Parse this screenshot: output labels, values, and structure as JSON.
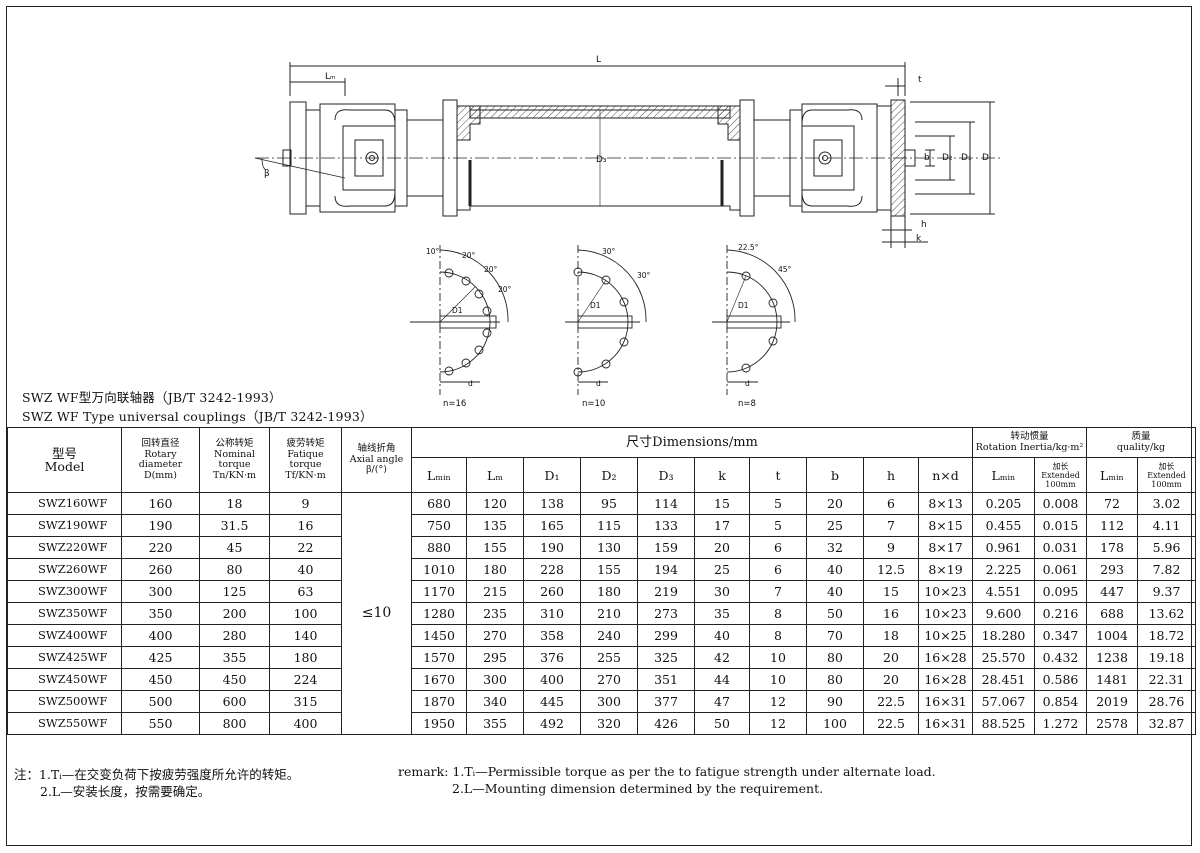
{
  "drawing": {
    "dim_labels": {
      "L": "L",
      "Lm": "Lₘ",
      "t": "t",
      "D": "D",
      "D1": "D₁",
      "D2": "D₂",
      "D3": "D₃",
      "b": "b",
      "h": "h",
      "k": "k",
      "beta": "β"
    },
    "bolt_patterns": [
      {
        "label": "n=16",
        "angles": [
          "10°",
          "20°",
          "20°",
          "20°"
        ],
        "d_label": "d",
        "d1_label": "D1"
      },
      {
        "label": "n=10",
        "angles": [
          "30°",
          "30°"
        ],
        "d_label": "d",
        "d1_label": "D1"
      },
      {
        "label": "n=8",
        "angles": [
          "22.5°",
          "45°"
        ],
        "d_label": "d",
        "d1_label": "D1"
      }
    ]
  },
  "titles": {
    "cn": "SWZ WF型万向联轴器（JB/T 3242-1993）",
    "en": "SWZ WF Type universal couplings（JB/T 3242-1993）"
  },
  "table": {
    "headers": {
      "model_cn": "型号",
      "model_en": "Model",
      "rot_cn": "回转直径",
      "rot_en1": "Rotary",
      "rot_en2": "diameter",
      "rot_en3": "D(mm)",
      "nom_cn": "公称转矩",
      "nom_en1": "Nominal",
      "nom_en2": "torque",
      "nom_en3": "Tn/KN·m",
      "fat_cn": "疲劳转矩",
      "fat_en1": "Fatique",
      "fat_en2": "torque",
      "fat_en3": "Tf/KN·m",
      "ang_cn": "轴线折角",
      "ang_en1": "Axial angle",
      "ang_en2": "β/(°)",
      "dims": "尺寸Dimensions/mm",
      "inertia_cn": "转动惯量",
      "inertia_en": "Rotation Inertia/kg·m²",
      "mass_cn": "质量",
      "mass_en": "quality/kg",
      "ext_cn": "加长",
      "ext_en1": "Extended",
      "ext_en2": "100mm",
      "cols": [
        "Lₘᵢₙ",
        "Lₘ",
        "D₁",
        "D₂",
        "D₃",
        "k",
        "t",
        "b",
        "h",
        "n×d",
        "Lₘᵢₙ",
        "Lₘᵢₙ"
      ]
    },
    "axial_angle_value": "≤10",
    "rows": [
      {
        "model": "SWZ160WF",
        "D": "160",
        "Tn": "18",
        "Tf": "9",
        "Lmin": "680",
        "Lm": "120",
        "D1": "138",
        "D2": "95",
        "D3": "114",
        "k": "15",
        "t": "5",
        "b": "20",
        "h": "6",
        "nd": "8×13",
        "inertia": "0.205",
        "inertia_ext": "0.008",
        "mass": "72",
        "mass_ext": "3.02"
      },
      {
        "model": "SWZ190WF",
        "D": "190",
        "Tn": "31.5",
        "Tf": "16",
        "Lmin": "750",
        "Lm": "135",
        "D1": "165",
        "D2": "115",
        "D3": "133",
        "k": "17",
        "t": "5",
        "b": "25",
        "h": "7",
        "nd": "8×15",
        "inertia": "0.455",
        "inertia_ext": "0.015",
        "mass": "112",
        "mass_ext": "4.11"
      },
      {
        "model": "SWZ220WF",
        "D": "220",
        "Tn": "45",
        "Tf": "22",
        "Lmin": "880",
        "Lm": "155",
        "D1": "190",
        "D2": "130",
        "D3": "159",
        "k": "20",
        "t": "6",
        "b": "32",
        "h": "9",
        "nd": "8×17",
        "inertia": "0.961",
        "inertia_ext": "0.031",
        "mass": "178",
        "mass_ext": "5.96"
      },
      {
        "model": "SWZ260WF",
        "D": "260",
        "Tn": "80",
        "Tf": "40",
        "Lmin": "1010",
        "Lm": "180",
        "D1": "228",
        "D2": "155",
        "D3": "194",
        "k": "25",
        "t": "6",
        "b": "40",
        "h": "12.5",
        "nd": "8×19",
        "inertia": "2.225",
        "inertia_ext": "0.061",
        "mass": "293",
        "mass_ext": "7.82"
      },
      {
        "model": "SWZ300WF",
        "D": "300",
        "Tn": "125",
        "Tf": "63",
        "Lmin": "1170",
        "Lm": "215",
        "D1": "260",
        "D2": "180",
        "D3": "219",
        "k": "30",
        "t": "7",
        "b": "40",
        "h": "15",
        "nd": "10×23",
        "inertia": "4.551",
        "inertia_ext": "0.095",
        "mass": "447",
        "mass_ext": "9.37"
      },
      {
        "model": "SWZ350WF",
        "D": "350",
        "Tn": "200",
        "Tf": "100",
        "Lmin": "1280",
        "Lm": "235",
        "D1": "310",
        "D2": "210",
        "D3": "273",
        "k": "35",
        "t": "8",
        "b": "50",
        "h": "16",
        "nd": "10×23",
        "inertia": "9.600",
        "inertia_ext": "0.216",
        "mass": "688",
        "mass_ext": "13.62"
      },
      {
        "model": "SWZ400WF",
        "D": "400",
        "Tn": "280",
        "Tf": "140",
        "Lmin": "1450",
        "Lm": "270",
        "D1": "358",
        "D2": "240",
        "D3": "299",
        "k": "40",
        "t": "8",
        "b": "70",
        "h": "18",
        "nd": "10×25",
        "inertia": "18.280",
        "inertia_ext": "0.347",
        "mass": "1004",
        "mass_ext": "18.72"
      },
      {
        "model": "SWZ425WF",
        "D": "425",
        "Tn": "355",
        "Tf": "180",
        "Lmin": "1570",
        "Lm": "295",
        "D1": "376",
        "D2": "255",
        "D3": "325",
        "k": "42",
        "t": "10",
        "b": "80",
        "h": "20",
        "nd": "16×28",
        "inertia": "25.570",
        "inertia_ext": "0.432",
        "mass": "1238",
        "mass_ext": "19.18"
      },
      {
        "model": "SWZ450WF",
        "D": "450",
        "Tn": "450",
        "Tf": "224",
        "Lmin": "1670",
        "Lm": "300",
        "D1": "400",
        "D2": "270",
        "D3": "351",
        "k": "44",
        "t": "10",
        "b": "80",
        "h": "20",
        "nd": "16×28",
        "inertia": "28.451",
        "inertia_ext": "0.586",
        "mass": "1481",
        "mass_ext": "22.31"
      },
      {
        "model": "SWZ500WF",
        "D": "500",
        "Tn": "600",
        "Tf": "315",
        "Lmin": "1870",
        "Lm": "340",
        "D1": "445",
        "D2": "300",
        "D3": "377",
        "k": "47",
        "t": "12",
        "b": "90",
        "h": "22.5",
        "nd": "16×31",
        "inertia": "57.067",
        "inertia_ext": "0.854",
        "mass": "2019",
        "mass_ext": "28.76"
      },
      {
        "model": "SWZ550WF",
        "D": "550",
        "Tn": "800",
        "Tf": "400",
        "Lmin": "1950",
        "Lm": "355",
        "D1": "492",
        "D2": "320",
        "D3": "426",
        "k": "50",
        "t": "12",
        "b": "100",
        "h": "22.5",
        "nd": "16×31",
        "inertia": "88.525",
        "inertia_ext": "1.272",
        "mass": "2578",
        "mass_ext": "32.87"
      }
    ]
  },
  "notes": {
    "cn_1": "注：1.Tᵢ—在交变负荷下按疲劳强度所允许的转矩。",
    "cn_2": "2.L—安装长度，按需要确定。",
    "en_1": "remark: 1.Tᵢ—Permissible torque as per the to fatigue strength under alternate load.",
    "en_2": "2.L—Mounting dimension determined by the requirement."
  }
}
